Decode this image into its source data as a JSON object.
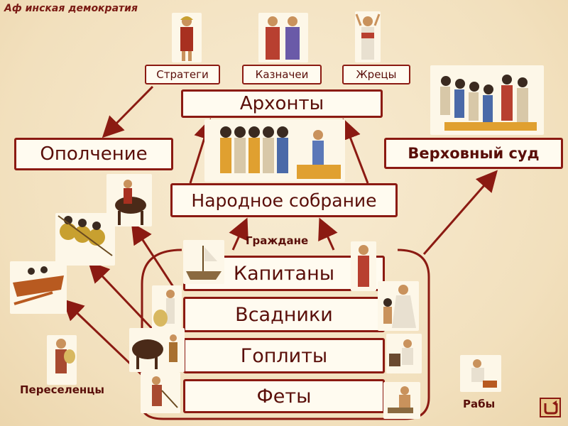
{
  "title": "Аф инская демократия",
  "boxes": {
    "strategi": "Стратеги",
    "kaznachei": "Казначеи",
    "zhrecy": "Жрецы",
    "arkhonty": "Архонты",
    "opolchenie": "Ополчение",
    "verkhovny_sud": "Верховный суд",
    "narodnoe_sobranie": "Народное собрание",
    "kapitany": "Капитаны",
    "vsadniki": "Всадники",
    "goplity": "Гоплиты",
    "fety": "Феты"
  },
  "labels": {
    "grazhdane": "Граждане",
    "pereselency": "Переселенцы",
    "raby": "Рабы"
  },
  "colors": {
    "frame": "#8b1a12",
    "text": "#5a0f0a",
    "background": "#f5e6c8"
  },
  "icons": {
    "home_button": "home-return-icon"
  }
}
